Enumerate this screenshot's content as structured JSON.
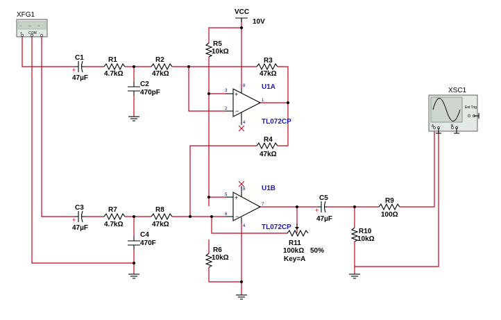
{
  "supply": {
    "name": "VCC",
    "value": "10V"
  },
  "function_generator": {
    "name": "XFG1",
    "terminals": [
      "+",
      "COM",
      "-"
    ]
  },
  "oscilloscope": {
    "name": "XSC1",
    "trigger": "Ext Trig",
    "channels": [
      "A",
      "B"
    ]
  },
  "components": {
    "C1": {
      "name": "C1",
      "value": "47µF"
    },
    "R1": {
      "name": "R1",
      "value": "4.7kΩ"
    },
    "R2": {
      "name": "R2",
      "value": "47kΩ"
    },
    "C2": {
      "name": "C2",
      "value": "470pF"
    },
    "R5": {
      "name": "R5",
      "value": "10kΩ"
    },
    "R3": {
      "name": "R3",
      "value": "47kΩ"
    },
    "R4": {
      "name": "R4",
      "value": "47kΩ"
    },
    "C3": {
      "name": "C3",
      "value": "47µF"
    },
    "R7": {
      "name": "R7",
      "value": "4.7kΩ"
    },
    "R8": {
      "name": "R8",
      "value": "47kΩ"
    },
    "C4": {
      "name": "C4",
      "value": "470F"
    },
    "R6": {
      "name": "R6",
      "value": "10kΩ"
    },
    "C5": {
      "name": "C5",
      "value": "47µF"
    },
    "R9": {
      "name": "R9",
      "value": "100Ω"
    },
    "R10": {
      "name": "R10",
      "value": "10kΩ"
    },
    "R11": {
      "name": "R11",
      "value": "100kΩ",
      "percent": "50%",
      "key": "Key=A"
    }
  },
  "opamps": {
    "U1A": {
      "name": "U1A",
      "part": "TL072CP",
      "pins": [
        "8",
        "3",
        "2",
        "1",
        "4"
      ]
    },
    "U1B": {
      "name": "U1B",
      "part": "TL072CP",
      "pins": [
        "8",
        "5",
        "6",
        "7",
        "4"
      ]
    }
  }
}
